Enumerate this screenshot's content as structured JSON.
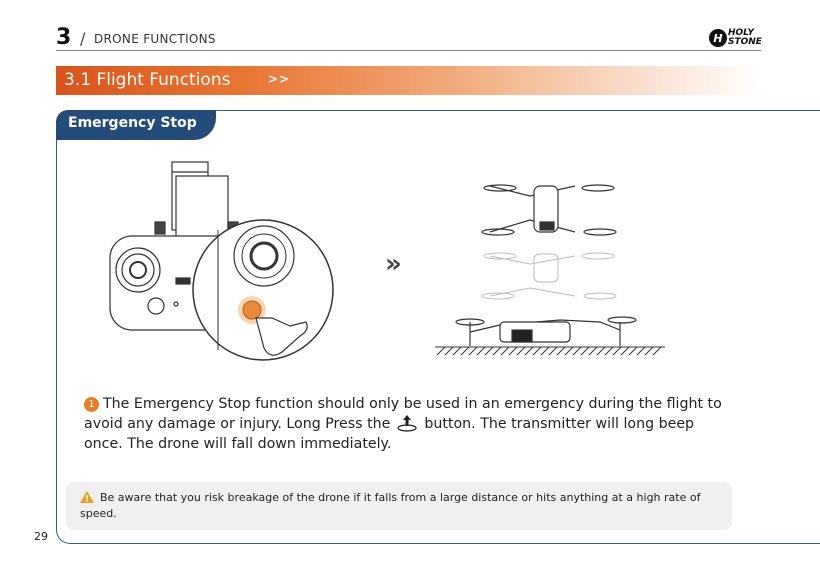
{
  "header": {
    "chapter_number": "3",
    "slash": "/",
    "chapter_title": "DRONE FUNCTIONS",
    "logo_text_line1": "HOLY",
    "logo_text_line2": "STONE"
  },
  "section": {
    "title": "3.1  Flight Functions",
    "arrows": ">>"
  },
  "tab": {
    "title": "Emergency Stop"
  },
  "step": {
    "number": "1",
    "text_part1": "The Emergency Stop function should only be used in an emergency during the flight to avoid any damage or injury. Long Press the",
    "text_part2": "button. The transmitter will long beep once. The drone will fall down immediately."
  },
  "note": {
    "text": "Be aware that you risk breakage of the drone if it falls from a large distance or hits anything at a high rate of speed."
  },
  "footer": {
    "page_number": "29"
  },
  "colors": {
    "accent_orange": "#e8732f",
    "tab_blue": "#244c7a",
    "frame_blue": "#2b5f8f"
  }
}
